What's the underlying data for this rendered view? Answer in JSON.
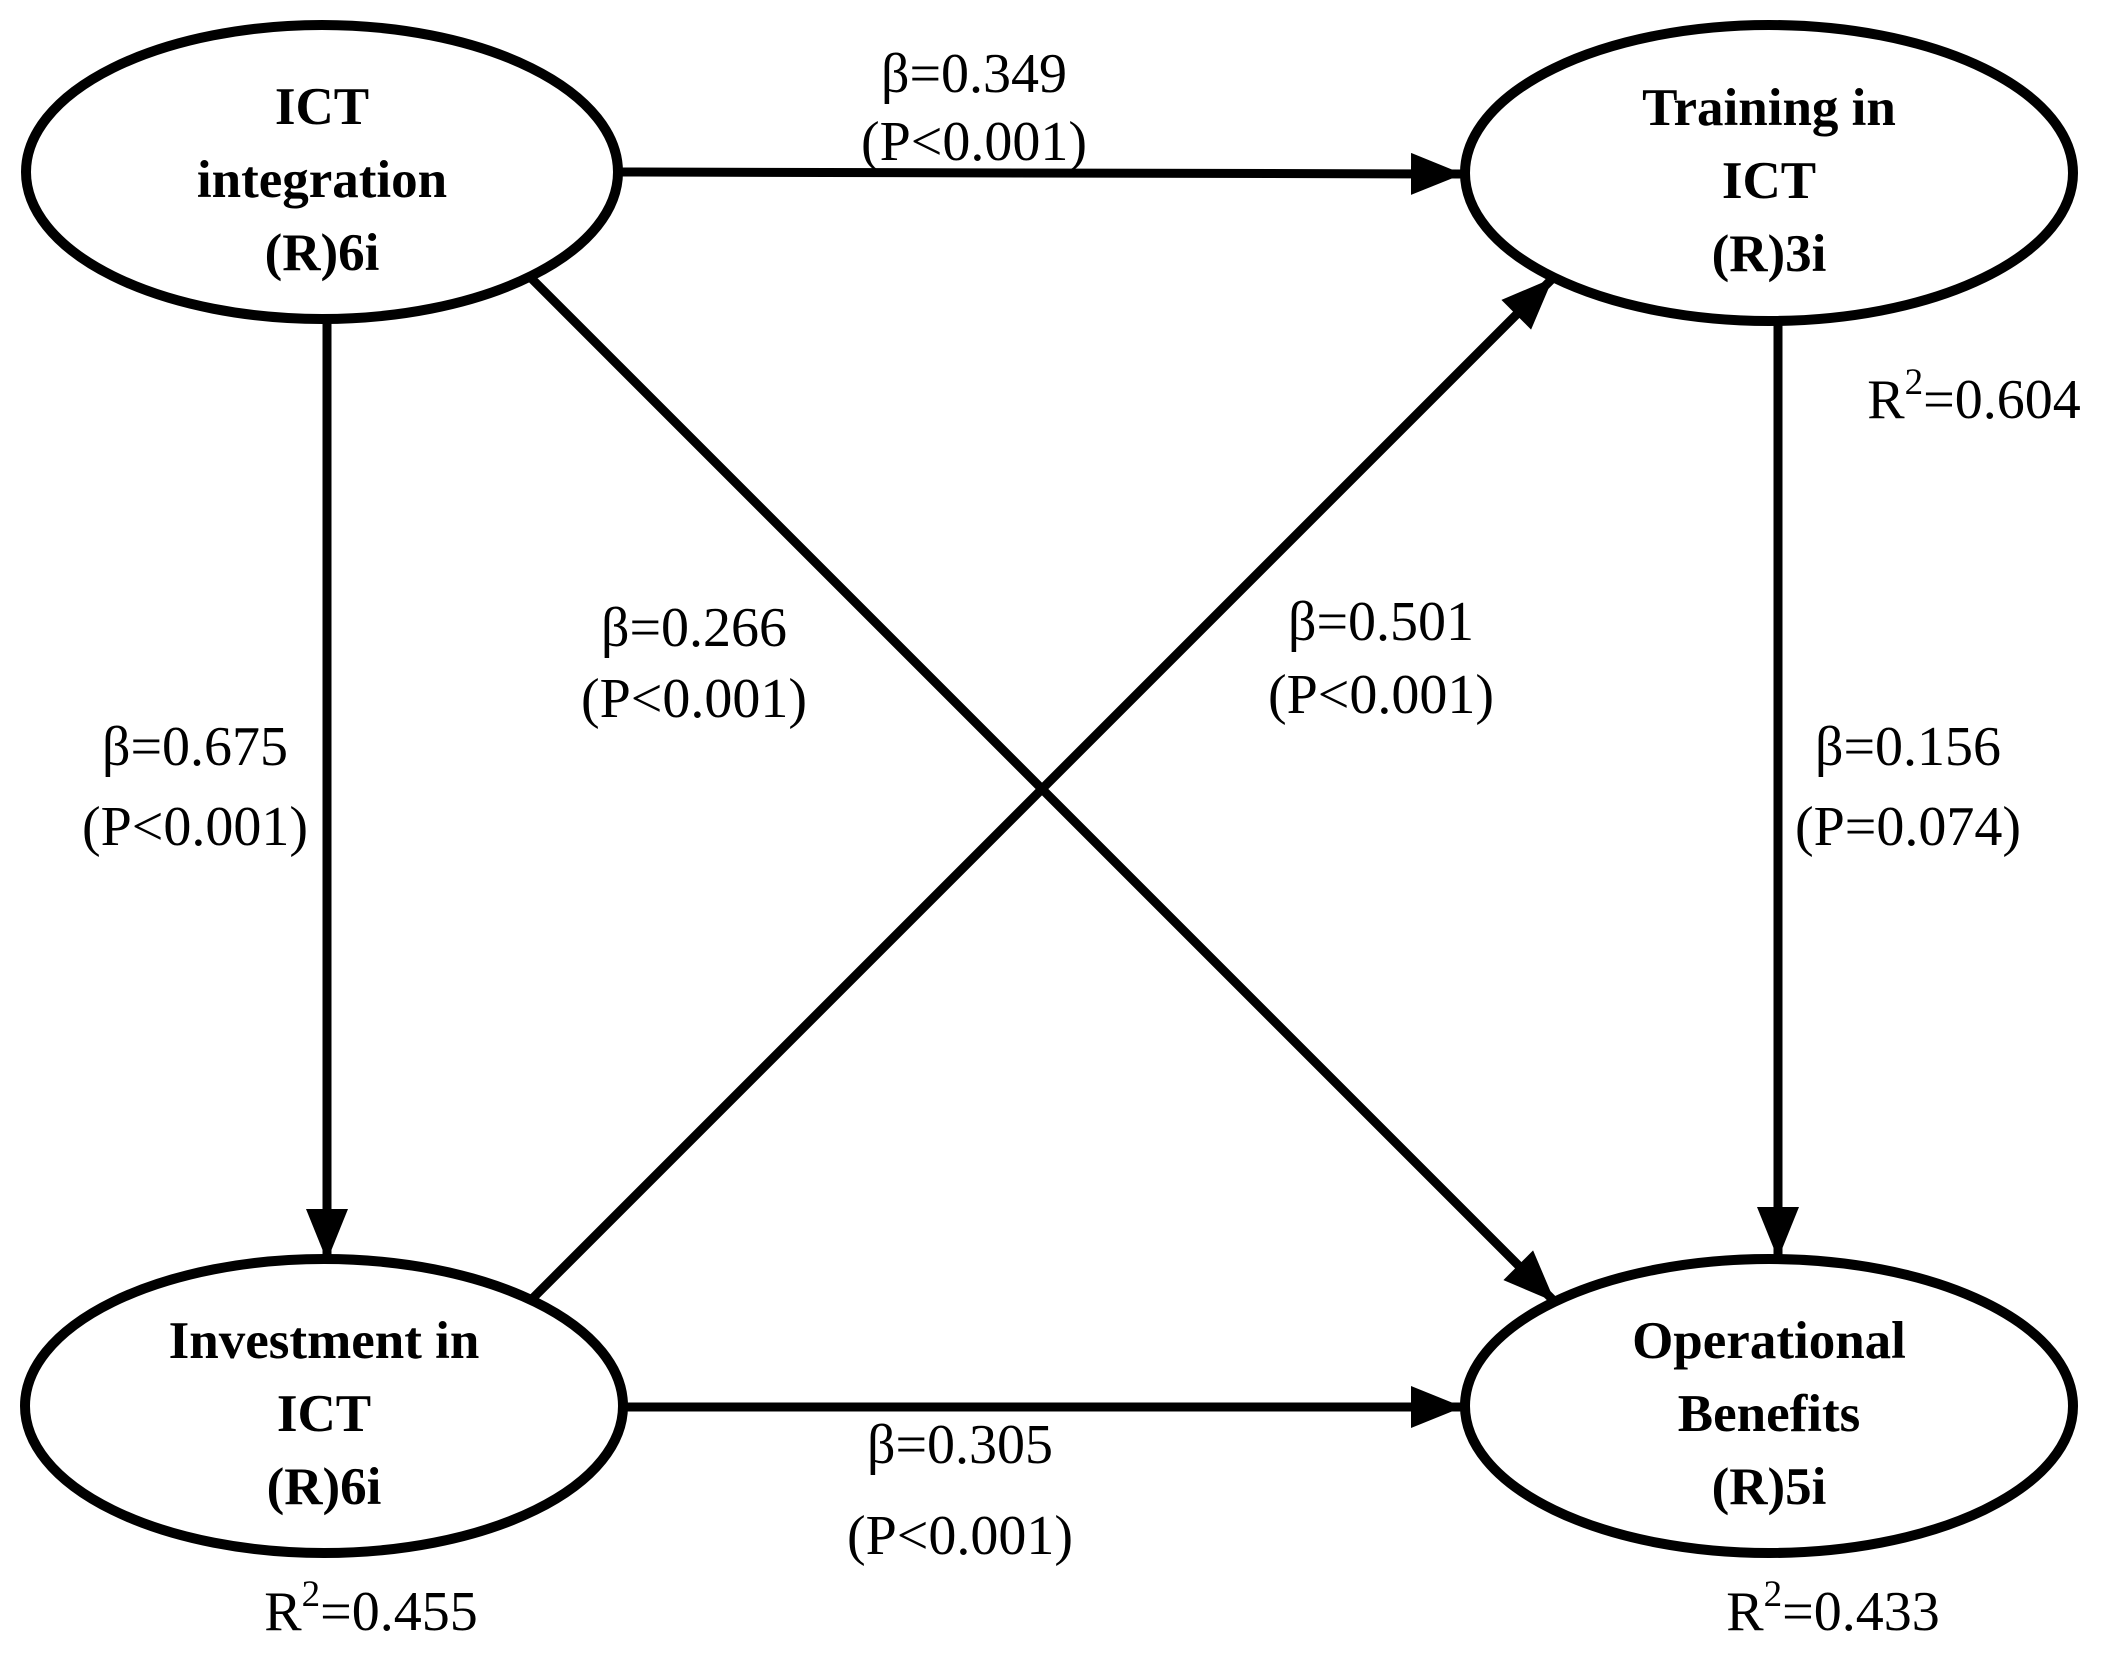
{
  "figure": {
    "type": "sem-path-diagram",
    "colors": {
      "ink": "#000000",
      "background": "#ffffff"
    },
    "nodes": [
      {
        "id": "ict-integration",
        "lines": [
          "ICT",
          "integration",
          "(R)6i"
        ]
      },
      {
        "id": "training-in-ict",
        "lines": [
          "Training in",
          "ICT",
          "(R)3i"
        ],
        "r2": {
          "base": "R",
          "sup": "2",
          "rest": "=0.604"
        }
      },
      {
        "id": "investment-in-ict",
        "lines": [
          "Investment in",
          "ICT",
          "(R)6i"
        ],
        "r2": {
          "base": "R",
          "sup": "2",
          "rest": "=0.455"
        }
      },
      {
        "id": "operational-benefits",
        "lines": [
          "Operational",
          "Benefits",
          "(R)5i"
        ],
        "r2": {
          "base": "R",
          "sup": "2",
          "rest": "=0.433"
        }
      }
    ],
    "paths": [
      {
        "from": "ICT integration",
        "to": "Training in ICT",
        "beta": "β=0.349",
        "p": "(P<0.001)"
      },
      {
        "from": "ICT integration",
        "to": "Investment in ICT",
        "beta": "β=0.675",
        "p": "(P<0.001)"
      },
      {
        "from": "ICT integration",
        "to": "Operational Benefits",
        "beta": "β=0.266",
        "p": "(P<0.001)"
      },
      {
        "from": "Investment in ICT",
        "to": "Training in ICT",
        "beta": "β=0.501",
        "p": "(P<0.001)"
      },
      {
        "from": "Training in ICT",
        "to": "Operational Benefits",
        "beta": "β=0.156",
        "p": "(P=0.074)"
      },
      {
        "from": "Investment in ICT",
        "to": "Operational Benefits",
        "beta": "β=0.305",
        "p": "(P<0.001)"
      }
    ]
  }
}
